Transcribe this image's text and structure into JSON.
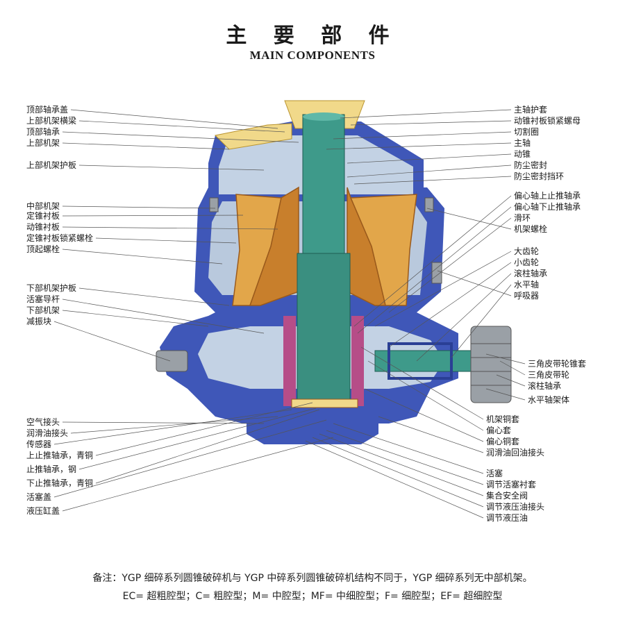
{
  "title": {
    "cn": "主 要 部 件",
    "en": "MAIN COMPONENTS"
  },
  "left_labels": [
    "顶部轴承盖",
    "上部机架横梁",
    "顶部轴承",
    "上部机架",
    "上部机架护板",
    "中部机架",
    "定锥衬板",
    "动锥衬板",
    "定锥衬板锁紧螺栓",
    "顶起螺栓",
    "下部机架护板",
    "活塞导杆",
    "下部机架",
    "减振块",
    "空气接头",
    "润滑油接头",
    "传感器",
    "上止推轴承，青铜",
    "止推轴承，钢",
    "下止推轴承，青铜",
    "活塞盖",
    "液压缸盖"
  ],
  "right_labels": [
    "主轴护套",
    "动锥衬板锁紧螺母",
    "切割圈",
    "主轴",
    "动锥",
    "防尘密封",
    "防尘密封挡环",
    "偏心轴上止推轴承",
    "偏心轴下止推轴承",
    "滑环",
    "机架螺栓",
    "大齿轮",
    "小齿轮",
    "滚柱轴承",
    "水平轴",
    "呼吸器",
    "三角皮带轮锥套",
    "三角皮带轮",
    "滚柱轴承",
    "水平轴架体",
    "机架铜套",
    "偏心套",
    "偏心铜套",
    "润滑油回油接头",
    "活塞",
    "调节活塞衬套",
    "集合安全阀",
    "调节液压油接头",
    "调节液压油"
  ],
  "notes": {
    "line1": "备注：YGP 细碎系列圆锥破碎机与 YGP 中碎系列圆锥破碎机结构不同于，YGP 细碎系列无中部机架。",
    "line2": "EC= 超粗腔型；C= 粗腔型；M= 中腔型；MF= 中细腔型；F= 细腔型；EF= 超细腔型"
  },
  "colors": {
    "frame": "#3f57b8",
    "frame_dark": "#2a3f95",
    "interior": "#c3d2e4",
    "liner": "#e2a64a",
    "liner_dark": "#9a5a1c",
    "shaft": "#3e9a8a",
    "hopper": "#f1d98a",
    "bronze": "#b64d88",
    "leader": "#555555"
  }
}
